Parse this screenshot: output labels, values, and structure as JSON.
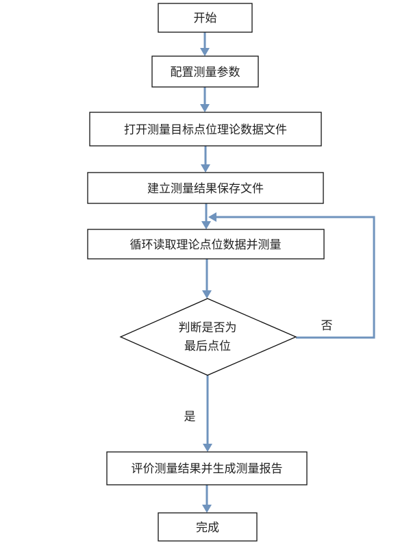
{
  "flowchart": {
    "steps": {
      "start": "开始",
      "configure": "配置测量参数",
      "open_file": "打开测量目标点位理论数据文件",
      "create_file": "建立测量结果保存文件",
      "loop_read": "循环读取理论点位数据并测量",
      "decision_line1": "判断是否为",
      "decision_line2": "最后点位",
      "evaluate": "评价测量结果并生成测量报告",
      "finish": "完成"
    },
    "labels": {
      "no": "否",
      "yes": "是"
    },
    "colors": {
      "arrow": "#6f93bd",
      "border": "#111111"
    }
  }
}
